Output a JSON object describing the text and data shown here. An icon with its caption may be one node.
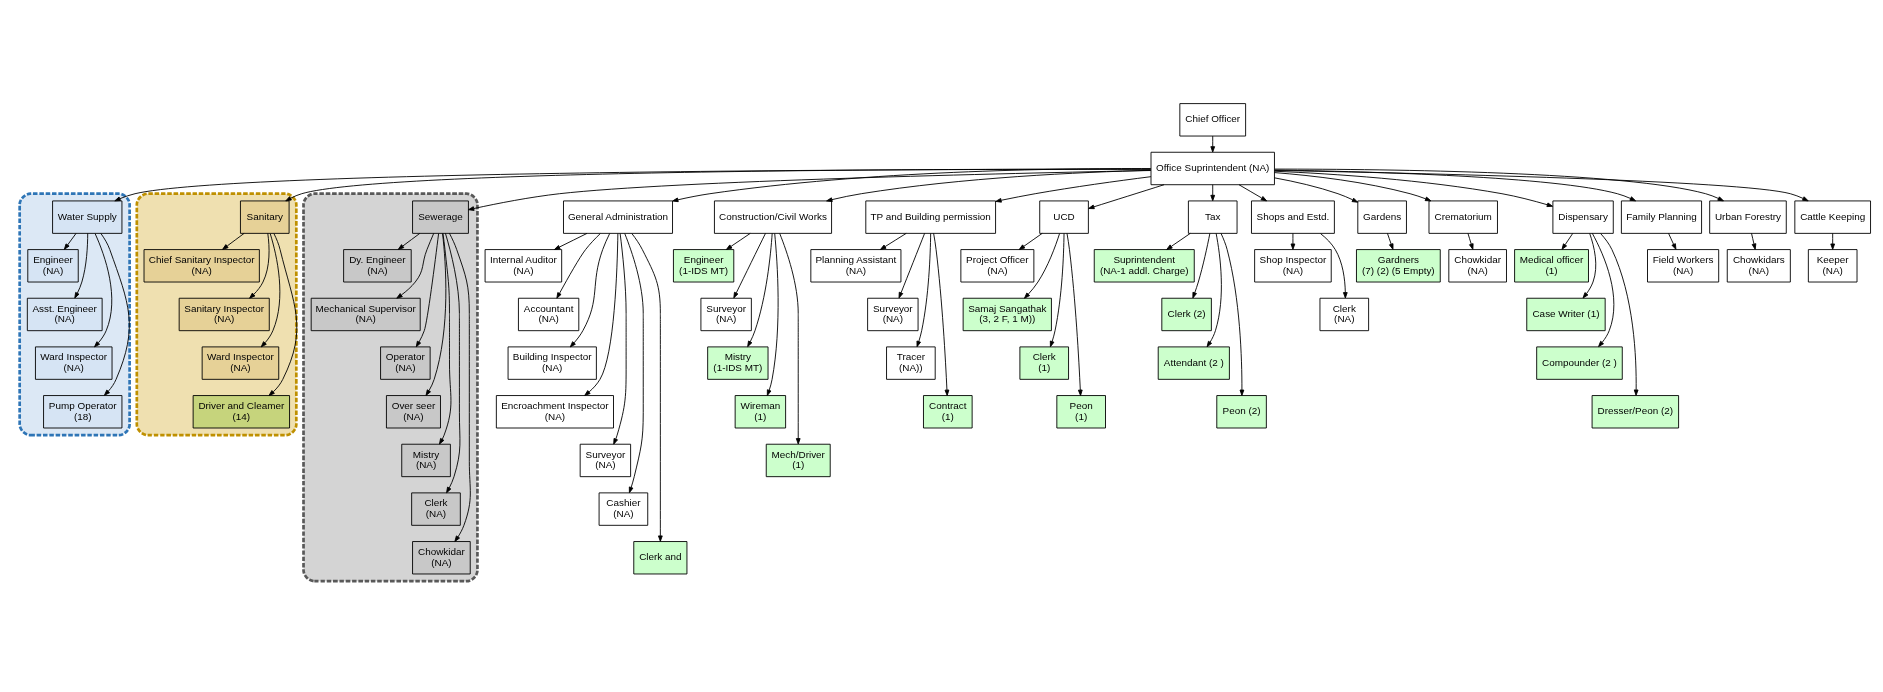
{
  "diagram": {
    "nodes": [
      {
        "text": [
          "Chief Officer"
        ]
      },
      {
        "text": [
          "Office Suprintendent (NA)"
        ]
      },
      {
        "text": [
          "General Administration"
        ]
      },
      {
        "text": [
          "Internal Auditor",
          "(NA)"
        ]
      },
      {
        "text": [
          "Accountant",
          "(NA)"
        ]
      },
      {
        "text": [
          "Building Inspector",
          "(NA)"
        ]
      },
      {
        "text": [
          "Encroachment Inspector",
          "(NA)"
        ]
      },
      {
        "text": [
          "Surveyor",
          "(NA)"
        ]
      },
      {
        "text": [
          "Cashier",
          "(NA)"
        ]
      },
      {
        "text": [
          "Clerk and"
        ]
      },
      {
        "text": [],
        "shape": "box"
      },
      {
        "text": [
          "Water Supply"
        ],
        "in": 10
      },
      {
        "text": [
          "Engineer",
          "(NA)"
        ],
        "in": 10
      },
      {
        "text": [
          "Asst. Engineer",
          "(NA)"
        ],
        "in": 10
      },
      {
        "text": [
          "Ward Inspector",
          "(NA)"
        ],
        "in": 10
      },
      {
        "text": [
          "Pump Operator",
          "(18)"
        ],
        "in": 10
      },
      {
        "text": [],
        "shape": "box"
      },
      {
        "text": [
          "Sanitary"
        ],
        "in": 16
      },
      {
        "text": [
          "Chief Sanitary Inspector",
          "(NA)"
        ],
        "in": 16
      },
      {
        "text": [
          "Sanitary Inspector",
          "(NA)"
        ],
        "in": 16
      },
      {
        "text": [
          "Ward Inspector",
          "(NA)"
        ],
        "in": 16
      },
      {
        "text": [
          "Driver and Cleamer",
          "(14)"
        ],
        "in": 16
      },
      {
        "text": [
          "Construction/Civil Works"
        ]
      },
      {
        "text": [
          "Engineer",
          "(1-IDS MT)"
        ]
      },
      {
        "text": [
          "Surveyor",
          "(NA)"
        ]
      },
      {
        "text": [
          "Mistry",
          "(1-IDS MT)"
        ]
      },
      {
        "text": [
          "Wireman",
          "(1)"
        ]
      },
      {
        "text": [
          "Mech/Driver",
          "(1)"
        ]
      },
      {
        "text": [],
        "shape": "box"
      },
      {
        "text": [
          "Sewerage"
        ],
        "in": 28
      },
      {
        "text": [
          "Dy. Engineer",
          "(NA)"
        ],
        "in": 28
      },
      {
        "text": [
          "Mechanical Supervisor",
          "(NA)"
        ],
        "in": 28
      },
      {
        "text": [
          "Operator",
          "(NA)"
        ],
        "in": 28
      },
      {
        "text": [
          "Over seer",
          "(NA)"
        ],
        "in": 28
      },
      {
        "text": [
          "Mistry",
          "(NA)"
        ],
        "in": 28
      },
      {
        "text": [
          "Clerk",
          "(NA)"
        ],
        "in": 28
      },
      {
        "text": [
          "Chowkidar",
          "(NA)"
        ],
        "in": 28
      },
      {
        "text": [
          "TP and Building permission"
        ]
      },
      {
        "text": [
          "Planning Assistant",
          "(NA)"
        ]
      },
      {
        "text": [
          "Surveyor",
          "(NA)"
        ]
      },
      {
        "text": [
          "Tracer",
          "(NA))"
        ]
      },
      {
        "text": [
          "Contract",
          "(1)"
        ]
      },
      {
        "text": [
          "UCD"
        ]
      },
      {
        "text": [
          "Project Officer",
          "(NA)"
        ]
      },
      {
        "text": [
          "Samaj Sangathak",
          "(3, 2 F, 1 M))"
        ]
      },
      {
        "text": [
          "Clerk",
          "(1)"
        ]
      },
      {
        "text": [
          "Peon",
          "(1)"
        ]
      },
      {
        "text": [
          "Tax"
        ]
      },
      {
        "text": [
          "Suprintendent",
          "(NA-1 addl. Charge)"
        ]
      },
      {
        "text": [
          "Clerk (2)"
        ]
      },
      {
        "text": [
          "Attendant (2 )"
        ]
      },
      {
        "text": [
          "Peon (2)"
        ]
      },
      {
        "text": [
          "Shops and Estd."
        ]
      },
      {
        "text": [
          "Shop Inspector",
          "(NA)"
        ]
      },
      {
        "text": [
          "Clerk",
          "(NA)"
        ]
      },
      {
        "text": [
          "Gardens"
        ]
      },
      {
        "text": [
          "Gardners",
          "(7) (2) (5 Empty)"
        ]
      },
      {
        "text": [
          "Crematorium"
        ]
      },
      {
        "text": [
          "Chowkidar",
          "(NA)"
        ]
      },
      {
        "text": [
          "Dispensary"
        ]
      },
      {
        "text": [
          "Medical officer",
          "(1)"
        ]
      },
      {
        "text": [
          "Case Writer (1)"
        ]
      },
      {
        "text": [
          "Compounder (2 )"
        ]
      },
      {
        "text": [
          "Dresser/Peon (2)"
        ]
      },
      {
        "text": [
          "Family Planning"
        ]
      },
      {
        "text": [
          "Field Workers",
          "(NA)"
        ]
      },
      {
        "text": [
          "Urban Forestry"
        ]
      },
      {
        "text": [
          "Chowkidars",
          "(NA)"
        ]
      },
      {
        "text": [
          "Cattle Keeping"
        ]
      },
      {
        "text": [
          "Keeper",
          "(NA)"
        ]
      }
    ],
    "edges": [
      {
        "from": 0,
        "to": 1,
        "arrow": "to"
      },
      {
        "from": 1,
        "to": 2,
        "arrow": "to"
      },
      {
        "from": 1,
        "to": 11,
        "arrow": "to"
      },
      {
        "from": 1,
        "to": 17,
        "arrow": "to"
      },
      {
        "from": 1,
        "to": 22,
        "arrow": "to"
      },
      {
        "from": 1,
        "to": 29,
        "arrow": "to"
      },
      {
        "from": 1,
        "to": 37,
        "arrow": "to"
      },
      {
        "from": 1,
        "to": 42,
        "arrow": "to"
      },
      {
        "from": 1,
        "to": 47,
        "arrow": "to"
      },
      {
        "from": 1,
        "to": 52,
        "arrow": "to"
      },
      {
        "from": 1,
        "to": 55,
        "arrow": "to"
      },
      {
        "from": 1,
        "to": 57,
        "arrow": "to"
      },
      {
        "from": 1,
        "to": 59,
        "arrow": "to"
      },
      {
        "from": 1,
        "to": 64,
        "arrow": "to"
      },
      {
        "from": 1,
        "to": 66,
        "arrow": "to"
      },
      {
        "from": 1,
        "to": 68,
        "arrow": "to"
      },
      {
        "from": 2,
        "to": 3,
        "arrow": "to"
      },
      {
        "from": 2,
        "to": 4,
        "arrow": "to"
      },
      {
        "from": 2,
        "to": 5,
        "arrow": "to"
      },
      {
        "from": 2,
        "to": 6,
        "arrow": "to"
      },
      {
        "from": 2,
        "to": 7,
        "arrow": "to"
      },
      {
        "from": 2,
        "to": 8,
        "arrow": "to"
      },
      {
        "from": 2,
        "to": 9,
        "arrow": "to"
      },
      {
        "from": 11,
        "to": 12,
        "arrow": "to"
      },
      {
        "from": 11,
        "to": 13,
        "arrow": "to"
      },
      {
        "from": 11,
        "to": 14,
        "arrow": "to"
      },
      {
        "from": 11,
        "to": 15,
        "arrow": "to"
      },
      {
        "from": 17,
        "to": 18,
        "arrow": "to"
      },
      {
        "from": 17,
        "to": 19,
        "arrow": "to"
      },
      {
        "from": 17,
        "to": 20,
        "arrow": "to"
      },
      {
        "from": 17,
        "to": 21,
        "arrow": "to"
      },
      {
        "from": 22,
        "to": 23,
        "arrow": "to"
      },
      {
        "from": 22,
        "to": 24,
        "arrow": "to"
      },
      {
        "from": 22,
        "to": 25,
        "arrow": "to"
      },
      {
        "from": 22,
        "to": 26,
        "arrow": "to"
      },
      {
        "from": 22,
        "to": 27,
        "arrow": "to"
      },
      {
        "from": 29,
        "to": 30,
        "arrow": "to"
      },
      {
        "from": 29,
        "to": 31,
        "arrow": "to"
      },
      {
        "from": 29,
        "to": 32,
        "arrow": "to"
      },
      {
        "from": 29,
        "to": 33,
        "arrow": "to"
      },
      {
        "from": 29,
        "to": 34,
        "arrow": "to"
      },
      {
        "from": 29,
        "to": 35,
        "arrow": "to"
      },
      {
        "from": 29,
        "to": 36,
        "arrow": "to"
      },
      {
        "from": 37,
        "to": 38,
        "arrow": "to"
      },
      {
        "from": 37,
        "to": 39,
        "arrow": "to"
      },
      {
        "from": 37,
        "to": 40,
        "arrow": "to"
      },
      {
        "from": 37,
        "to": 41,
        "arrow": "to"
      },
      {
        "from": 42,
        "to": 43,
        "arrow": "to"
      },
      {
        "from": 42,
        "to": 44,
        "arrow": "to"
      },
      {
        "from": 42,
        "to": 45,
        "arrow": "to"
      },
      {
        "from": 42,
        "to": 46,
        "arrow": "to"
      },
      {
        "from": 47,
        "to": 48,
        "arrow": "to"
      },
      {
        "from": 47,
        "to": 49,
        "arrow": "to"
      },
      {
        "from": 47,
        "to": 50,
        "arrow": "to"
      },
      {
        "from": 47,
        "to": 51,
        "arrow": "to"
      },
      {
        "from": 52,
        "to": 53,
        "arrow": "to"
      },
      {
        "from": 52,
        "to": 54,
        "arrow": "to"
      },
      {
        "from": 55,
        "to": 56,
        "arrow": "to"
      },
      {
        "from": 57,
        "to": 58,
        "arrow": "to"
      },
      {
        "from": 59,
        "to": 60,
        "arrow": "to"
      },
      {
        "from": 59,
        "to": 61,
        "arrow": "to"
      },
      {
        "from": 59,
        "to": 62,
        "arrow": "to"
      },
      {
        "from": 59,
        "to": 63,
        "arrow": "to"
      },
      {
        "from": 64,
        "to": 65,
        "arrow": "to"
      },
      {
        "from": 66,
        "to": 67,
        "arrow": "to"
      },
      {
        "from": 68,
        "to": 69,
        "arrow": "to"
      }
    ]
  }
}
